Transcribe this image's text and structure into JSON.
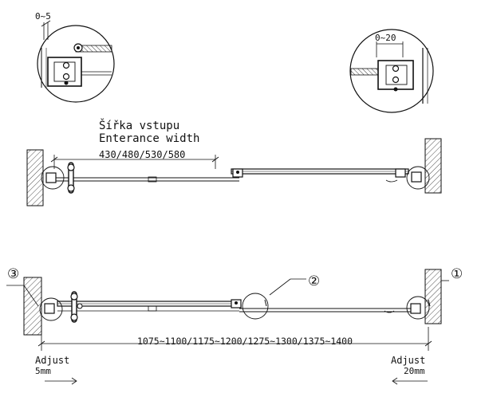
{
  "detail_left": {
    "dim": "0~5"
  },
  "detail_right": {
    "dim": "0~20"
  },
  "entrance": {
    "label_cz": "Šířka vstupu",
    "label_en": "Enterance width",
    "sizes": "430/480/530/580"
  },
  "bottom": {
    "sizes": "1075~1100/1175~1200/1275~1300/1375~1400",
    "adjust_left": "Adjust",
    "adjust_left_value": "5mm",
    "adjust_right": "Adjust",
    "adjust_right_value": "20mm"
  },
  "callouts": [
    "③",
    "②",
    "①"
  ]
}
